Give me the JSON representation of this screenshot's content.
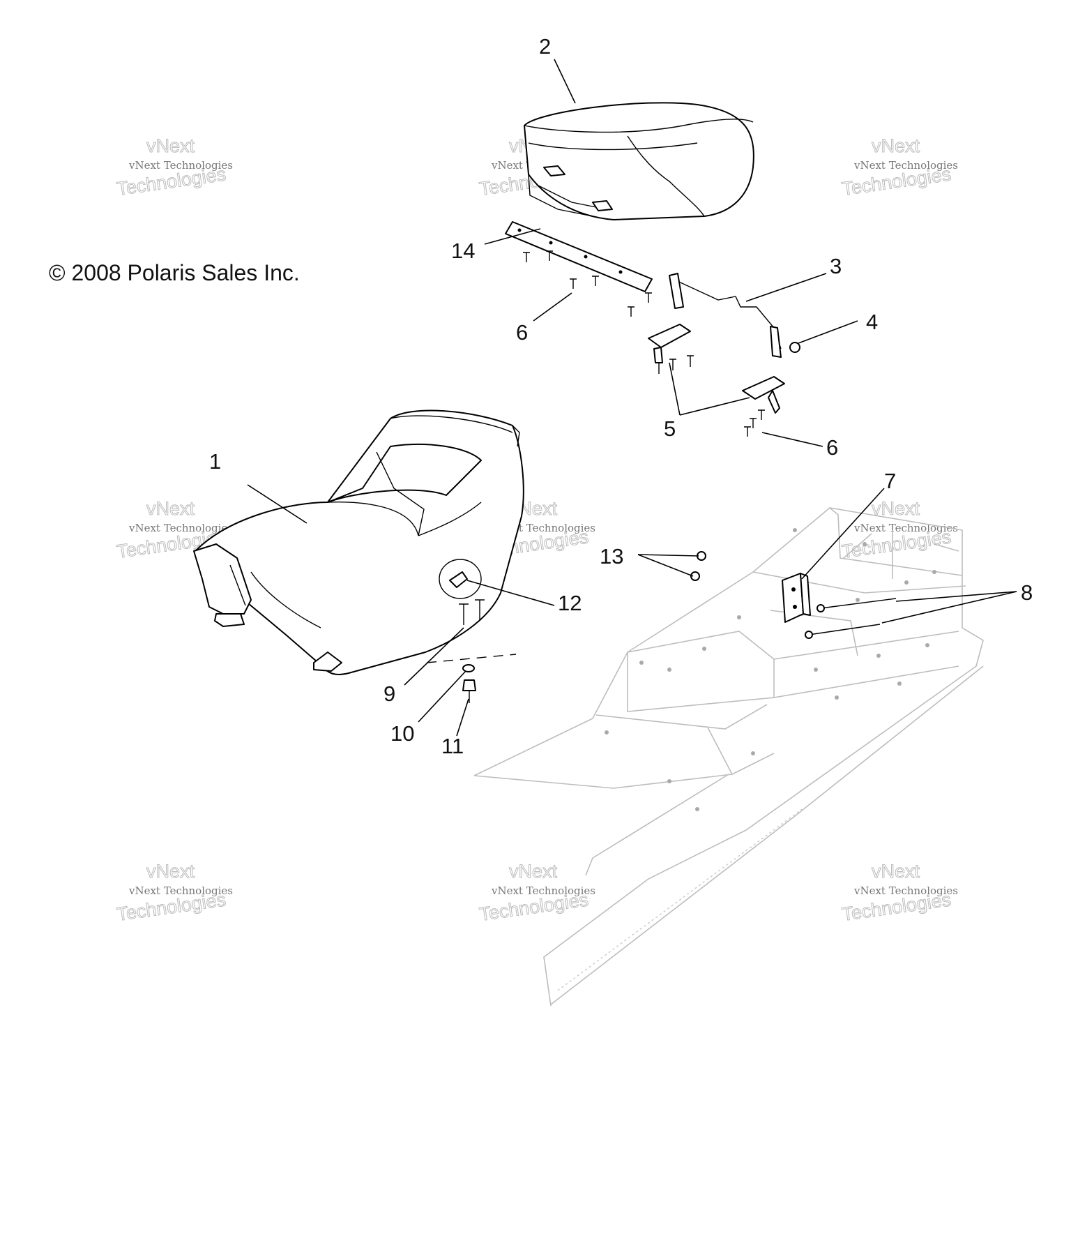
{
  "copyright": "© 2008 Polaris Sales Inc.",
  "watermark": {
    "line1": "vNext Technologies",
    "line2": "vNext",
    "line3": "Technologies"
  },
  "callouts": [
    "1",
    "2",
    "3",
    "4",
    "5",
    "6",
    "6",
    "7",
    "8",
    "9",
    "10",
    "11",
    "12",
    "13",
    "14"
  ],
  "colors": {
    "lines": "#000000",
    "background": "#ffffff",
    "frame": "#bdbdbd",
    "watermark": "#777777"
  }
}
